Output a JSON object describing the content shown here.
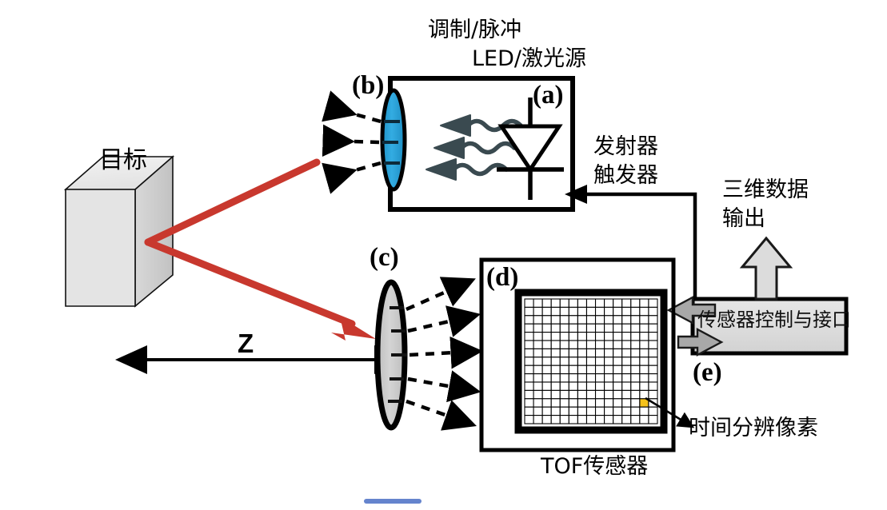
{
  "figure": {
    "title_line1": "调制/脉冲",
    "title_line2": "LED/激光源"
  },
  "labels": {
    "target": "目标",
    "distance_z": "Z",
    "emitter_trigger_line1": "发射器",
    "emitter_trigger_line2": "触发器",
    "data_output_line1": "三维数据",
    "data_output_line2": "输出",
    "sensor_control": "传感器控制与接口",
    "tof_sensor": "TOF传感器",
    "time_resolved_pixel": "时间分辨像素"
  },
  "callouts": {
    "a": "(a)",
    "b": "(b)",
    "c": "(c)",
    "d": "(d)",
    "e": "(e)"
  },
  "colors": {
    "beam_red": "#C8382E",
    "emitter_lens_blue": "#2DA5DC",
    "receiver_lens_gray": "#C9C9C9",
    "target_cube_face": "#E2E2E2",
    "target_cube_top": "#EDEDED",
    "target_cube_side": "#CFCFCF",
    "wave_arrow": "#3A4A50",
    "highlight_pixel": "#F5C21B",
    "control_box_fill": "#DCDCDC",
    "gray_arrow": "#A8A8A8",
    "outline_black": "#000000"
  },
  "sensor_grid": {
    "columns": 15,
    "rows": 15,
    "highlight_column": 14,
    "highlight_row": 13
  },
  "emitter_waves": {
    "count": 3
  },
  "emitter_dashed_rays": {
    "count": 3
  },
  "receiver_dashed_rays": {
    "count": 5
  }
}
